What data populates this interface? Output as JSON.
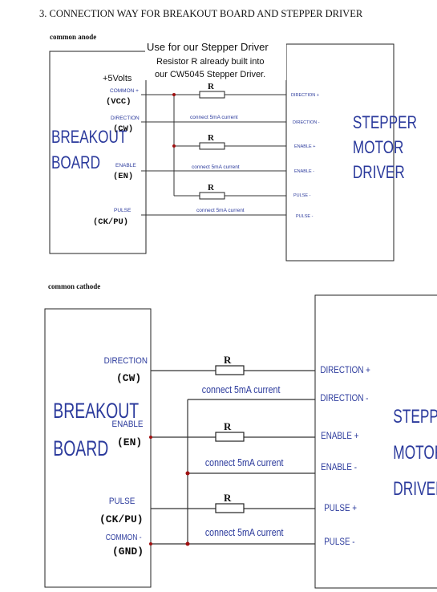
{
  "title": "3. CONNECTION WAY FOR BREAKOUT BOARD AND STEPPER DRIVER",
  "anode": {
    "heading": "common anode",
    "note_title": "Use for our Stepper Driver",
    "note_line1": "Resistor R already built into",
    "note_line2": "our CW5045 Stepper Driver.",
    "supply": "+5Volts",
    "breakout_label_1": "BREAKOUT",
    "breakout_label_2": "BOARD",
    "driver_label_1": "STEPPER",
    "driver_label_2": "MOTOR",
    "driver_label_3": "DRIVER",
    "left_pins": [
      {
        "name": "COMMON +",
        "code": "(VCC)"
      },
      {
        "name": "DIRECTION",
        "code": "(CW)"
      },
      {
        "name": "ENABLE",
        "code": "(EN)"
      },
      {
        "name": "PULSE",
        "code": "(CK/PU)"
      }
    ],
    "right_pins": [
      "DIRECTION +",
      "DIRECTION -",
      "ENABLE +",
      "ENABLE -",
      "PULSE -",
      "PULSE -"
    ],
    "resistor": "R",
    "current_label": "connect 5mA current"
  },
  "cathode": {
    "heading": "common cathode",
    "breakout_label_1": "BREAKOUT",
    "breakout_label_2": "BOARD",
    "driver_label_1": "STEPPER",
    "driver_label_2": "MOTOR",
    "driver_label_3": "DRIVER",
    "left_pins": [
      {
        "name": "DIRECTION",
        "code": "(CW)"
      },
      {
        "name": "ENABLE",
        "code": "(EN)"
      },
      {
        "name": "PULSE",
        "code": "(CK/PU)"
      },
      {
        "name": "COMMON -",
        "code": "(GND)"
      }
    ],
    "right_pins": [
      "DIRECTION +",
      "DIRECTION -",
      "ENABLE +",
      "ENABLE -",
      "PULSE +",
      "PULSE -"
    ],
    "resistor": "R",
    "current_label": "connect 5mA current"
  }
}
